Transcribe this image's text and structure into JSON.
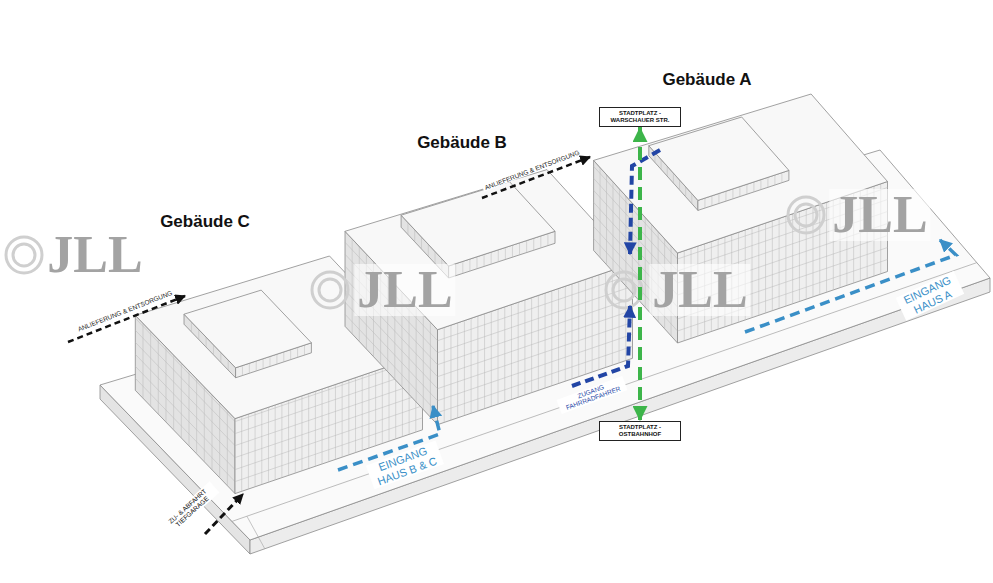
{
  "diagram": {
    "nodes": [
      {
        "text": [
          "STADTPLATZ - WARSCHAUER STR."
        ]
      },
      {
        "text": [
          "STADTPLATZ - OSTBAHNHOF"
        ]
      }
    ],
    "edges": [
      {
        "from": 0,
        "to": 1,
        "arrow": "both"
      }
    ],
    "labels": [
      "Gebäude A",
      "Gebäude B",
      "Gebäude C",
      "ANLIEFERUNG & ENTSORGUNG",
      "ANLIEFERUNG & ENTSORGUNG",
      "ZUGANG FAHRRADFAHRER",
      "EINGANG HAUS A",
      "EINGANG HAUS B & C",
      "ZU- & ABFAHRT TIEFGARAGE",
      "JLL",
      "JLL",
      "JLL",
      "JLL"
    ]
  }
}
